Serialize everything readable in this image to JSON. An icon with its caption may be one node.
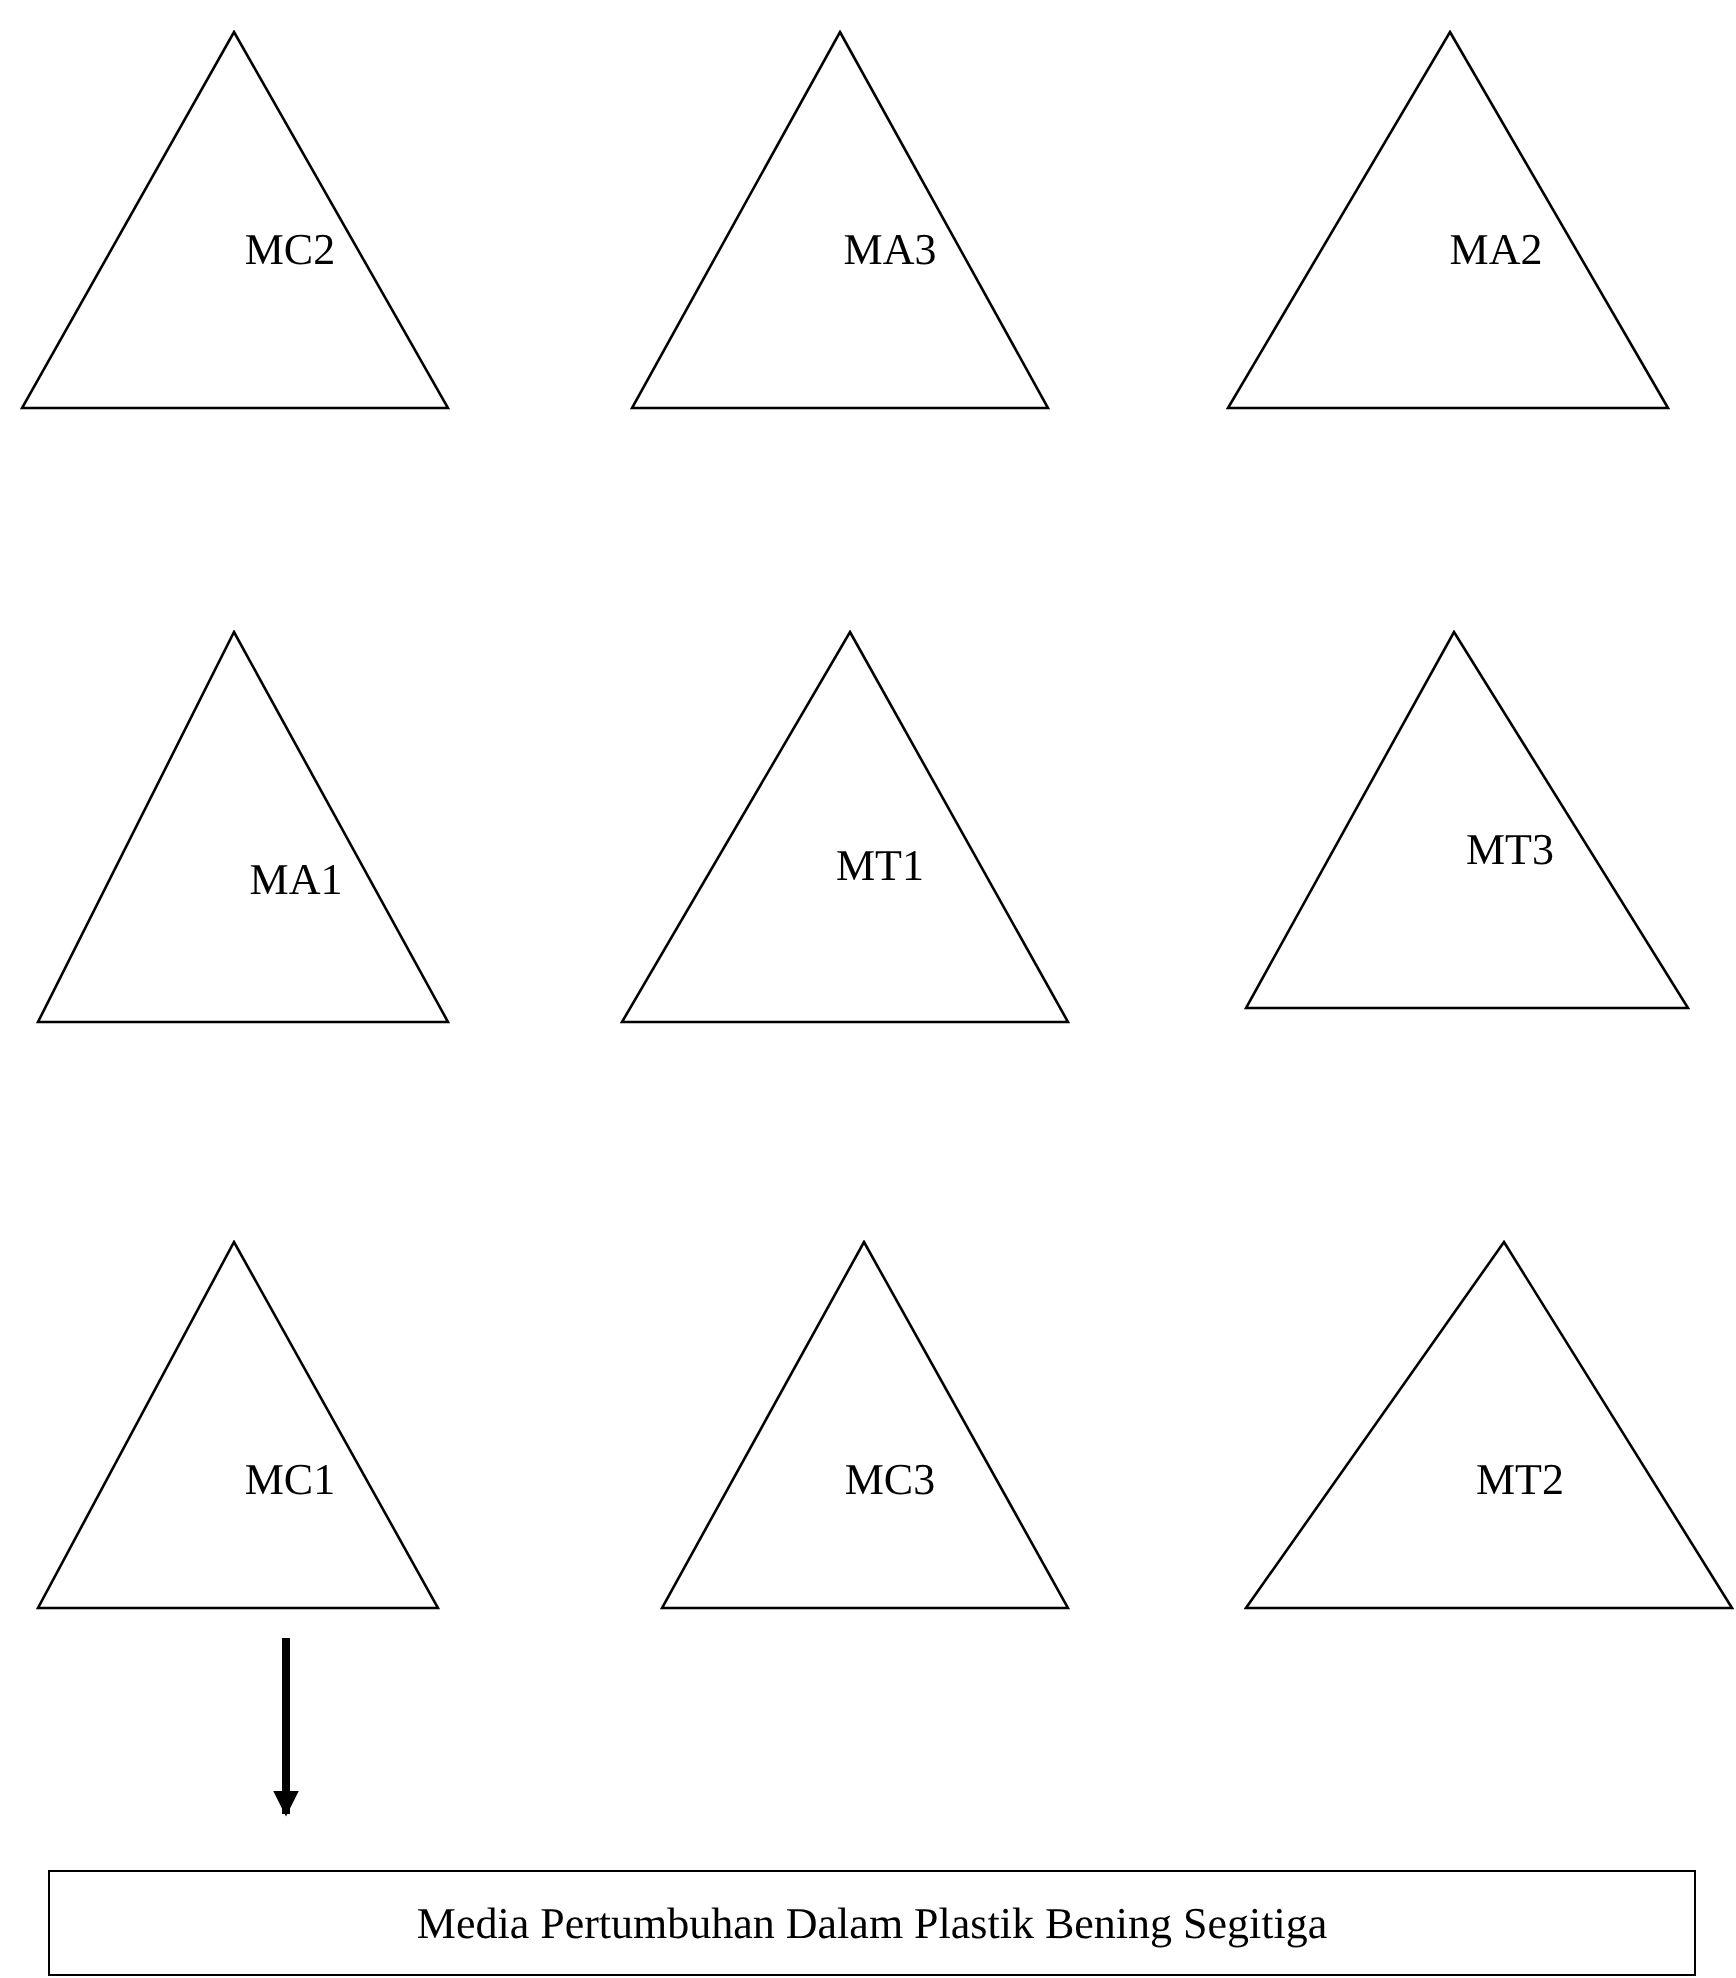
{
  "diagram": {
    "nodes": [
      {
        "text": [
          "MC2"
        ]
      },
      {
        "text": [
          "MA3"
        ]
      },
      {
        "text": [
          "MA2"
        ]
      },
      {
        "text": [
          "MA1"
        ]
      },
      {
        "text": [
          "MT1"
        ]
      },
      {
        "text": [
          "MT3"
        ]
      },
      {
        "text": [
          "MC1"
        ]
      },
      {
        "text": [
          "MC3"
        ]
      },
      {
        "text": [
          "MT2"
        ]
      },
      {
        "text": [
          "Media Pertumbuhan Dalam Plastik Bening Segitiga"
        ]
      }
    ],
    "edges": [
      {
        "from": 6,
        "to": 9,
        "arrow": "to"
      }
    ]
  }
}
